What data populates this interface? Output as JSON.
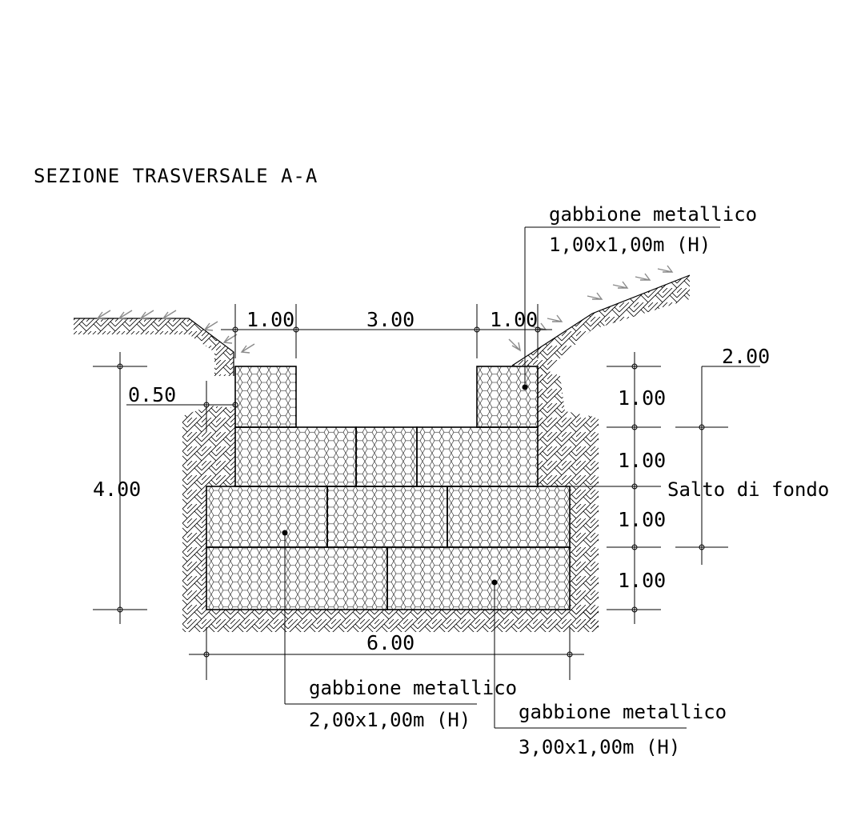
{
  "title": "SEZIONE TRASVERSALE A-A",
  "labels": {
    "top_gabion_name": "gabbione metallico",
    "top_gabion_size": "1,00x1,00m (H)",
    "left_gabion_name": "gabbione metallico",
    "left_gabion_size": "2,00x1,00m (H)",
    "right_gabion_name": "gabbione metallico",
    "right_gabion_size": "3,00x1,00m (H)",
    "drop": "Salto di fondo"
  },
  "dimensions": {
    "top_left": "1.00",
    "top_center": "3.00",
    "top_right": "1.00",
    "offset": "0.50",
    "total_height": "4.00",
    "row_1": "1.00",
    "row_2": "1.00",
    "row_3": "1.00",
    "row_4": "1.00",
    "drop_height": "2.00",
    "base_width": "6.00"
  },
  "colors": {
    "line": "#000000",
    "grass_arrows": "#8a8a8a",
    "background": "#ffffff"
  }
}
